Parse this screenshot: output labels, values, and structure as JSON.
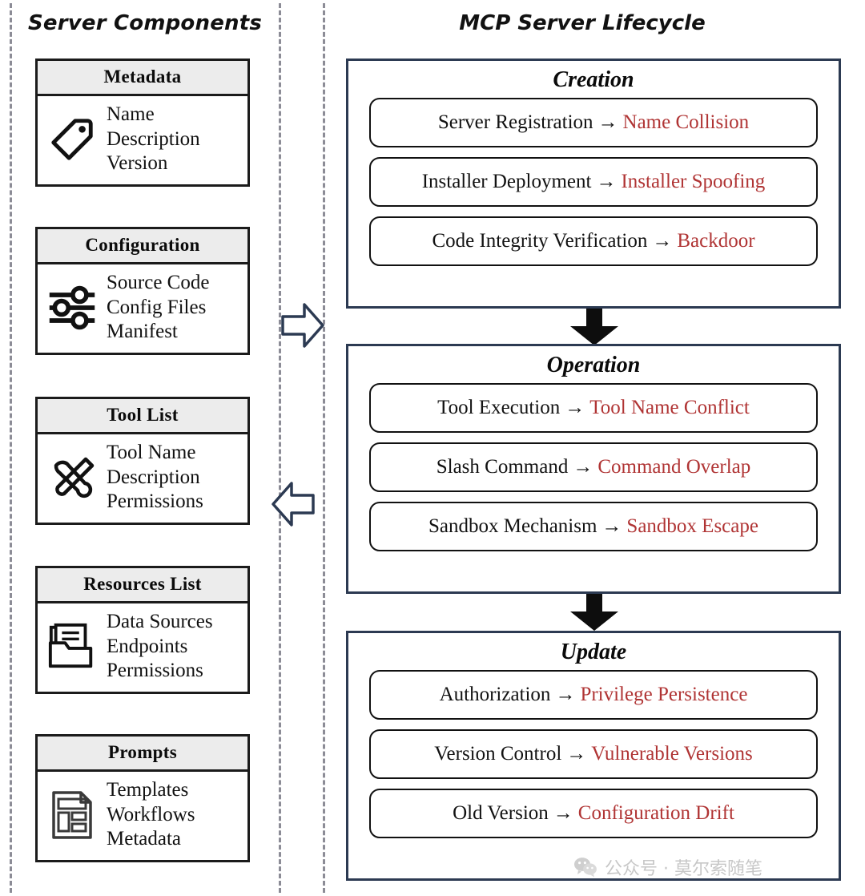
{
  "left": {
    "title": "Server Components",
    "cards": [
      {
        "header": "Metadata",
        "icon": "tag-icon",
        "items": [
          "Name",
          "Description",
          "Version"
        ]
      },
      {
        "header": "Configuration",
        "icon": "sliders-icon",
        "items": [
          "Source Code",
          "Config Files",
          "Manifest"
        ]
      },
      {
        "header": "Tool List",
        "icon": "tools-icon",
        "items": [
          "Tool Name",
          "Description",
          "Permissions"
        ]
      },
      {
        "header": "Resources List",
        "icon": "folder-docs-icon",
        "items": [
          "Data Sources",
          "Endpoints",
          "Permissions"
        ]
      },
      {
        "header": "Prompts",
        "icon": "template-doc-icon",
        "items": [
          "Templates",
          "Workflows",
          "Metadata"
        ]
      }
    ]
  },
  "connectors": [
    {
      "name": "arrow-right-to-lifecycle",
      "direction": "right"
    },
    {
      "name": "arrow-left-to-components",
      "direction": "left"
    }
  ],
  "right": {
    "title": "MCP Server Lifecycle",
    "stages": [
      {
        "title": "Creation",
        "rows": [
          {
            "source": "Server Registration",
            "arrow": "→",
            "risk": "Name Collision"
          },
          {
            "source": "Installer Deployment",
            "arrow": "→",
            "risk": "Installer Spoofing"
          },
          {
            "source": "Code Integrity Verification",
            "arrow": "→",
            "risk": "Backdoor"
          }
        ]
      },
      {
        "title": "Operation",
        "rows": [
          {
            "source": "Tool Execution",
            "arrow": "→",
            "risk": "Tool Name Conflict"
          },
          {
            "source": "Slash Command",
            "arrow": "→",
            "risk": "Command Overlap"
          },
          {
            "source": "Sandbox Mechanism",
            "arrow": "→",
            "risk": "Sandbox Escape"
          }
        ]
      },
      {
        "title": "Update",
        "rows": [
          {
            "source": "Authorization",
            "arrow": "→",
            "risk": "Privilege Persistence"
          },
          {
            "source": "Version Control",
            "arrow": "→",
            "risk": "Vulnerable Versions"
          },
          {
            "source": "Old Version",
            "arrow": "→",
            "risk": "Configuration Drift"
          }
        ]
      }
    ],
    "flow_arrows": [
      "down-arrow-creation-to-operation",
      "down-arrow-operation-to-update"
    ]
  },
  "watermark": {
    "text": "公众号 · 莫尔索随笔",
    "icon": "wechat-icon"
  },
  "colors": {
    "risk_red": "#b03434",
    "stage_border_navy": "#2c3a52",
    "card_header_gray": "#ececec",
    "card_border_black": "#1b1b1b",
    "dash_gray": "#8c8c96"
  }
}
